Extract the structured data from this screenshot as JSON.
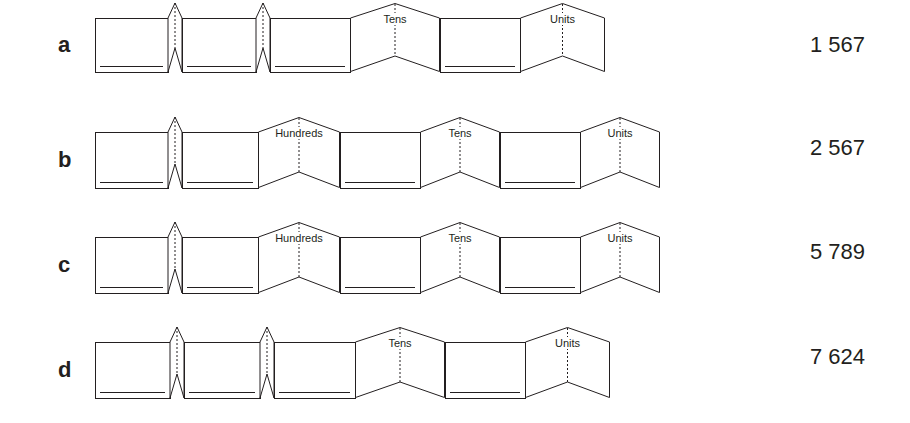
{
  "diagram": {
    "nodes": [
      {
        "text": [
          "Tens"
        ]
      },
      {
        "text": [
          "Units"
        ]
      },
      {
        "text": [
          "Hundreds"
        ]
      },
      {
        "text": [
          "Tens"
        ]
      },
      {
        "text": [
          "Units"
        ]
      },
      {
        "text": [
          "Hundreds"
        ]
      },
      {
        "text": [
          "Tens"
        ]
      },
      {
        "text": [
          "Units"
        ]
      },
      {
        "text": [
          "Tens"
        ]
      },
      {
        "text": [
          "Units"
        ]
      }
    ],
    "labels": [
      "a",
      "1 567",
      "b",
      "2 567",
      "c",
      "5 789",
      "d",
      "7 624"
    ]
  }
}
